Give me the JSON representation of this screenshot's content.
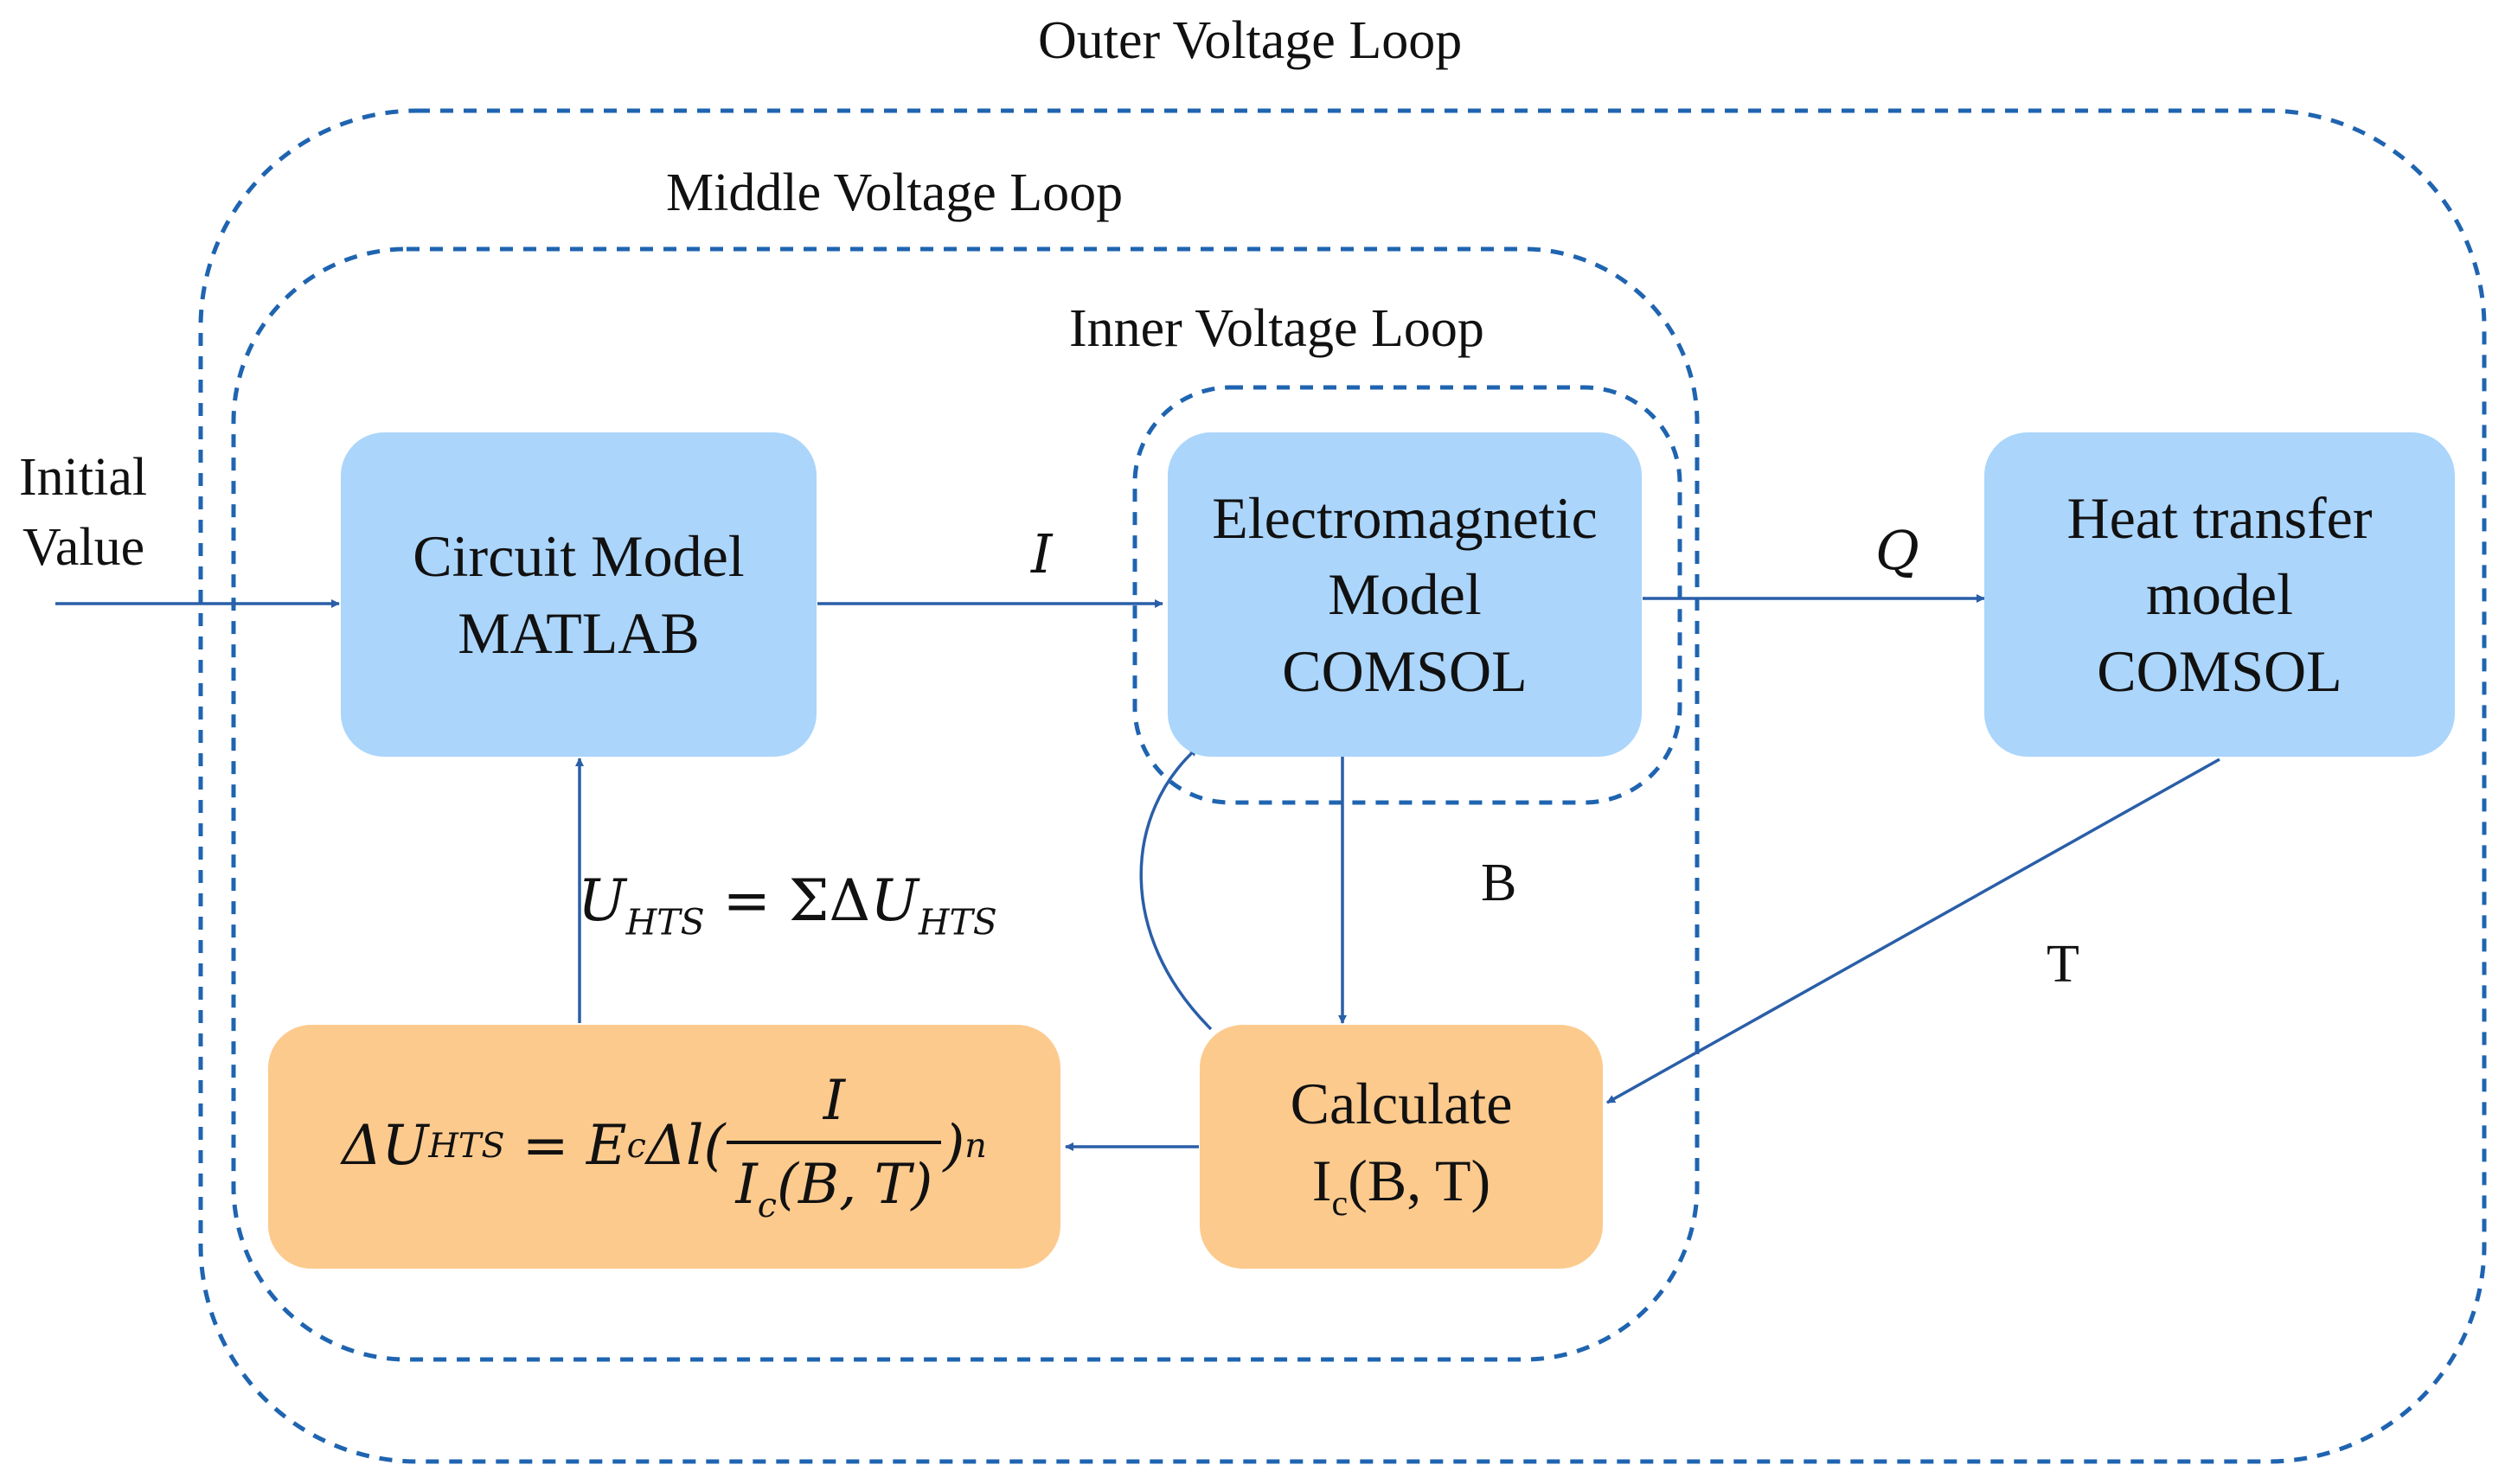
{
  "colors": {
    "loop_border": "#1f64b0",
    "arrow": "#2a5ea8",
    "model_box": "#abd5fb",
    "calc_box": "#fcca8d",
    "text": "#111111"
  },
  "loops": {
    "outer": "Outer Voltage Loop",
    "middle": "Middle Voltage Loop",
    "inner": "Inner Voltage Loop"
  },
  "input": {
    "line1": "Initial",
    "line2": "Value"
  },
  "blocks": {
    "circuit": {
      "line1": "Circuit Model",
      "line2": "MATLAB"
    },
    "electromagnetic": {
      "line1": "Electromagnetic",
      "line2": "Model",
      "line3": "COMSOL"
    },
    "heat": {
      "line1": "Heat transfer",
      "line2": "model",
      "line3": "COMSOL"
    },
    "calculate": {
      "line1": "Calculate",
      "line2_main": "I",
      "line2_sub": "c",
      "line2_rest": "(B, T)"
    }
  },
  "signals": {
    "current": "I",
    "heat": "Q",
    "field": "B",
    "temperature": "T"
  },
  "equations": {
    "sum": {
      "lhs": "U",
      "lhs_sub": "HTS",
      "op": " = ΣΔ",
      "rhs": "U",
      "rhs_sub": "HTS"
    },
    "delta": {
      "lhs": "ΔU",
      "lhs_sub": "HTS",
      "eq": " = ",
      "coef": "E",
      "coef_sub": "c",
      "mid": "Δl(",
      "num": "I",
      "den_main": "I",
      "den_sub": "c",
      "den_rest": "(B, T)",
      "close": ")",
      "exp": "n"
    }
  }
}
